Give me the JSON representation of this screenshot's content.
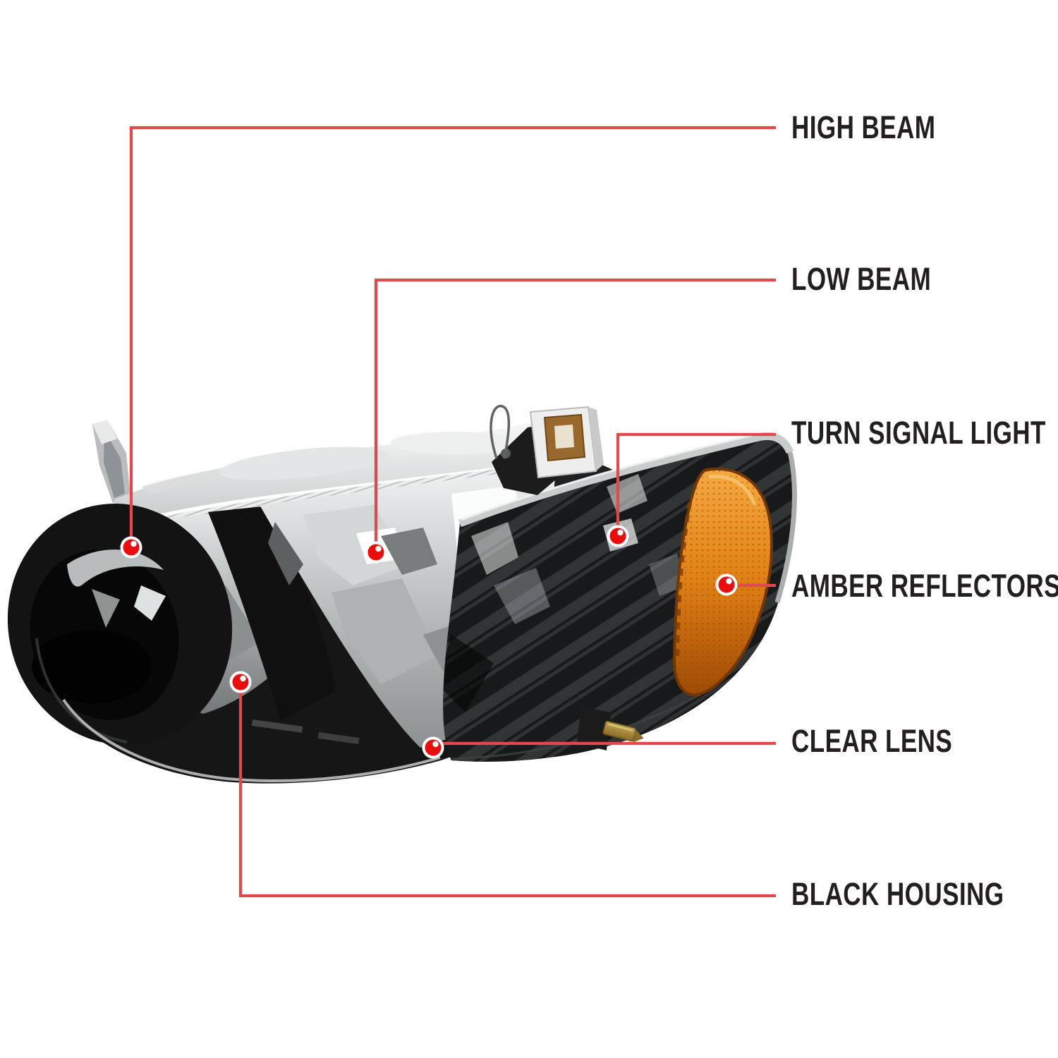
{
  "colors": {
    "background": "#ffffff",
    "accent_line": "#e04a4c",
    "marker_red": "#eb0d0d",
    "label_text": "#231f20",
    "housing_black": "#141414",
    "chrome_silver": "#c9cccd",
    "amber_orange": "#e07f14"
  },
  "callouts": {
    "items": [
      {
        "label": "HIGH BEAM"
      },
      {
        "label": "LOW BEAM"
      },
      {
        "label": "TURN SIGNAL LIGHT"
      },
      {
        "label": "AMBER REFLECTORS"
      },
      {
        "label": "CLEAR LENS"
      },
      {
        "label": "BLACK HOUSING"
      }
    ]
  }
}
